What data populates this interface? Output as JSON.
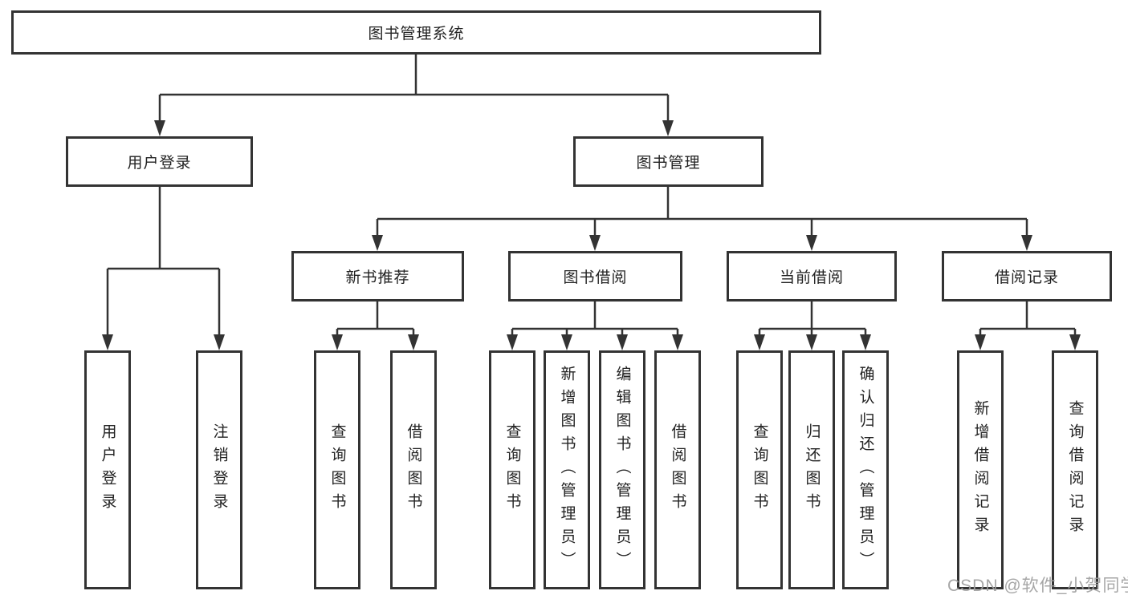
{
  "watermark": {
    "text": "CSDN @软件_小贺同学"
  },
  "colors": {
    "line": "#333333",
    "box_border": "#333333",
    "text": "#222222",
    "background": "#ffffff",
    "watermark": "#9e9e9e"
  },
  "tree": {
    "root": {
      "label": "图书管理系统",
      "children": [
        {
          "label": "用户登录",
          "children": [
            {
              "label": "用户登录"
            },
            {
              "label": "注销登录"
            }
          ]
        },
        {
          "label": "图书管理",
          "children": [
            {
              "label": "新书推荐",
              "children": [
                {
                  "label": "查询图书"
                },
                {
                  "label": "借阅图书"
                }
              ]
            },
            {
              "label": "图书借阅",
              "children": [
                {
                  "label": "查询图书"
                },
                {
                  "label": "新增图书（管理员）"
                },
                {
                  "label": "编辑图书（管理员）"
                },
                {
                  "label": "借阅图书"
                }
              ]
            },
            {
              "label": "当前借阅",
              "children": [
                {
                  "label": "查询图书"
                },
                {
                  "label": "归还图书"
                },
                {
                  "label": "确认归还（管理员）"
                }
              ]
            },
            {
              "label": "借阅记录",
              "children": [
                {
                  "label": "新增借阅记录"
                },
                {
                  "label": "查询借阅记录"
                }
              ]
            }
          ]
        }
      ]
    }
  }
}
